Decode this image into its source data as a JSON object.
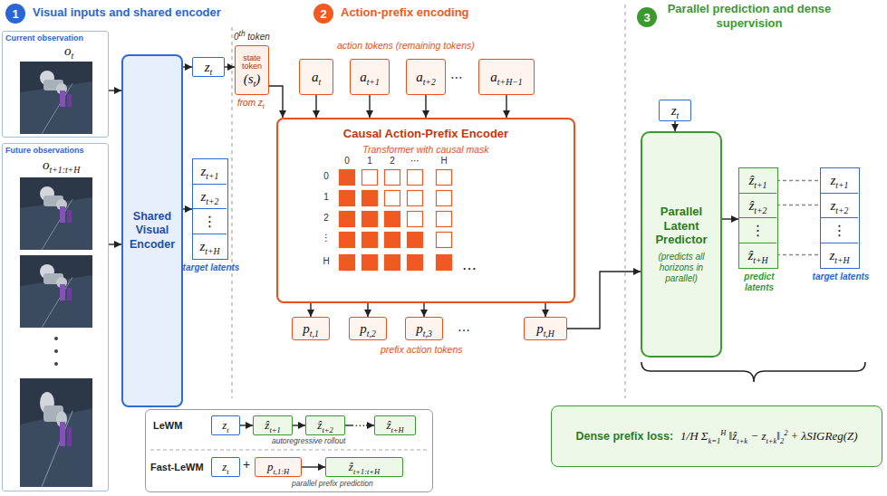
{
  "diagram": {
    "nodes": [
      {
        "text": [
          "1",
          "Visual inputs and shared encoder"
        ]
      },
      {
        "text": [
          "2",
          "Action-prefix encoding"
        ]
      },
      {
        "text": [
          "3",
          "Parallel prediction and dense supervision"
        ]
      },
      {
        "text": [
          "Current observation",
          "ot"
        ]
      },
      {
        "text": [
          "Future observations",
          "ot+1:t+H"
        ]
      },
      {
        "text": [
          "Shared Visual Encoder"
        ]
      },
      {
        "text": [
          "zt"
        ]
      },
      {
        "text": [
          "target latents"
        ]
      },
      {
        "text": [
          "zt+1"
        ],
        "in": 7
      },
      {
        "text": [
          "zt+2"
        ],
        "in": 7
      },
      {
        "text": [
          "⋮"
        ],
        "in": 7
      },
      {
        "text": [
          "zt+H"
        ],
        "in": 7
      },
      {
        "text": [
          "0th token",
          "state token",
          "(st)"
        ]
      },
      {
        "text": [
          "at"
        ]
      },
      {
        "text": [
          "at+1"
        ]
      },
      {
        "text": [
          "at+2"
        ]
      },
      {
        "text": [
          "at+H−1"
        ]
      },
      {
        "text": [
          "Causal Action-Prefix Encoder",
          "Transformer with causal mask"
        ]
      },
      {
        "text": [
          "pt,1"
        ]
      },
      {
        "text": [
          "pt,2"
        ]
      },
      {
        "text": [
          "pt,3"
        ]
      },
      {
        "text": [
          "pt,H"
        ]
      },
      {
        "text": [
          "LeWM",
          "Fast-LeWM"
        ]
      },
      {
        "text": [
          "zt"
        ],
        "in": 22
      },
      {
        "text": [
          "ẑt+1"
        ],
        "in": 22
      },
      {
        "text": [
          "ẑt+2"
        ],
        "in": 22
      },
      {
        "text": [
          "ẑt+H"
        ],
        "in": 22
      },
      {
        "text": [
          "zt"
        ],
        "in": 22
      },
      {
        "text": [
          "pt,1:H"
        ],
        "in": 22
      },
      {
        "text": [
          "ẑt+1:t+H"
        ],
        "in": 22
      },
      {
        "text": [
          "zt"
        ]
      },
      {
        "text": [
          "Parallel Latent Predictor",
          "(predicts all horizons in parallel)"
        ]
      },
      {
        "text": [
          "predict latents"
        ]
      },
      {
        "text": [
          "ẑt+1"
        ],
        "in": 32
      },
      {
        "text": [
          "ẑt+2"
        ],
        "in": 32
      },
      {
        "text": [
          "⋮"
        ],
        "in": 32
      },
      {
        "text": [
          "ẑt+H"
        ],
        "in": 32
      },
      {
        "text": [
          "target latents"
        ]
      },
      {
        "text": [
          "zt+1"
        ],
        "in": 37
      },
      {
        "text": [
          "zt+2"
        ],
        "in": 37
      },
      {
        "text": [
          "⋮"
        ],
        "in": 37
      },
      {
        "text": [
          "zt+H"
        ],
        "in": 37
      },
      {
        "text": [
          "Dense prefix loss:",
          "1/H Σk=1H ‖ẑt+k − zt+k‖22 + λSIGReg(Z)"
        ]
      }
    ],
    "edges": [
      {
        "from": 3,
        "to": 5,
        "arrow": "to"
      },
      {
        "from": 4,
        "to": 5,
        "arrow": "to"
      },
      {
        "from": 5,
        "to": 6,
        "arrow": "to"
      },
      {
        "from": 5,
        "to": 7,
        "arrow": "to"
      },
      {
        "from": 6,
        "to": 12,
        "arrow": "to"
      },
      {
        "from": 12,
        "to": 17,
        "arrow": "to"
      },
      {
        "from": 13,
        "to": 17,
        "arrow": "to"
      },
      {
        "from": 14,
        "to": 17,
        "arrow": "to"
      },
      {
        "from": 15,
        "to": 17,
        "arrow": "to"
      },
      {
        "from": 16,
        "to": 17,
        "arrow": "to"
      },
      {
        "from": 17,
        "to": 18,
        "arrow": "to"
      },
      {
        "from": 17,
        "to": 19,
        "arrow": "to"
      },
      {
        "from": 17,
        "to": 20,
        "arrow": "to"
      },
      {
        "from": 17,
        "to": 21,
        "arrow": "to"
      },
      {
        "from": 21,
        "to": 31,
        "arrow": "to"
      },
      {
        "from": 30,
        "to": 31,
        "arrow": "to"
      },
      {
        "from": 31,
        "to": 32,
        "arrow": "to"
      },
      {
        "from": 33,
        "to": 38,
        "arrow": "none"
      },
      {
        "from": 34,
        "to": 39,
        "arrow": "none"
      },
      {
        "from": 36,
        "to": 41,
        "arrow": "none"
      },
      {
        "from": 23,
        "to": 24,
        "arrow": "to"
      },
      {
        "from": 24,
        "to": 25,
        "arrow": "to"
      },
      {
        "from": 25,
        "to": 26,
        "label": "⋯",
        "arrow": "to"
      },
      {
        "from": 28,
        "to": 29,
        "arrow": "to"
      }
    ],
    "labels": [
      "from zt",
      "action tokens (remaining tokens)",
      "⋯",
      "0",
      "1",
      "2",
      "⋯",
      "H",
      "0",
      "1",
      "2",
      "⋮",
      "H",
      "…",
      "…",
      "prefix action tokens",
      "autoregressive rollout",
      "+",
      "parallel prefix prediction"
    ]
  }
}
